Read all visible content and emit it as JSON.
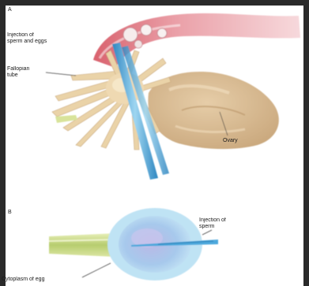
{
  "panel_a": {
    "letter": "A",
    "label_injection": "Injection of\nsperm and eggs",
    "label_fallopian": "Fallopian\ntube",
    "label_ovary": "Ovary"
  },
  "panel_b": {
    "letter": "B",
    "label_injection": "Injection of\nsperm",
    "label_cytoplasm": "Cytoplasm of egg"
  },
  "colors": {
    "background": "#2a2a2a",
    "paper": "#ffffff",
    "tube_fimbriae": "#e9d2a6",
    "ovary": "#dcc09a",
    "uterine_pink": "#e9a3aa",
    "pipette_blue": "#4aa6d6",
    "egg_blue": "#a9d8ef",
    "pipette_green": "#c9d98a"
  }
}
